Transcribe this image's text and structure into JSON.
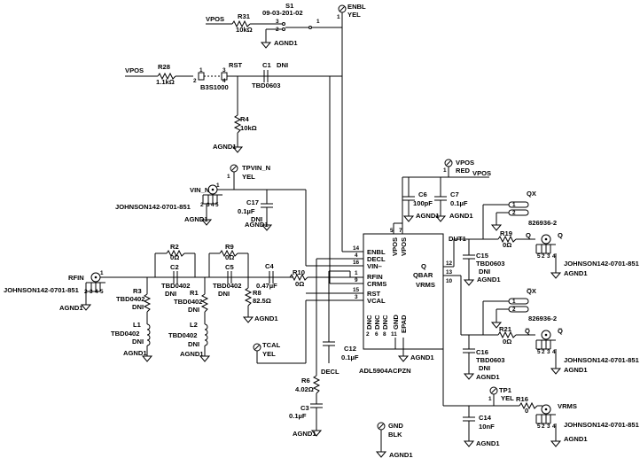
{
  "schematic": {
    "enbl": {
      "ref": "ENBL",
      "color": "YEL",
      "pin": "1"
    },
    "s1": {
      "ref": "S1",
      "part": "09-03-201-02",
      "pins": [
        "1",
        "2",
        "3"
      ]
    },
    "vpos_top": "VPOS",
    "r31": {
      "ref": "R31",
      "value": "10kΩ"
    },
    "agnd": "AGND1",
    "vpos_mid": "VPOS",
    "r28": {
      "ref": "R28",
      "value": "1.1kΩ"
    },
    "rst_sw": {
      "ref": "RST",
      "part": "B3S1000",
      "pins": [
        "1",
        "2",
        "3",
        "4"
      ]
    },
    "c1": {
      "ref": "C1",
      "value": "DNI",
      "pkg": "TBD0603"
    },
    "r4": {
      "ref": "R4",
      "value": "10kΩ"
    },
    "tpvin": {
      "ref": "TPVIN_N",
      "color": "YEL",
      "pin": "1"
    },
    "vin_conn": {
      "ref": "VIN_N",
      "part": "JOHNSON142-0701-851",
      "pins": [
        "1",
        "2",
        "3",
        "4",
        "5"
      ]
    },
    "c17": {
      "ref": "C17",
      "value": "0.1µF",
      "dni": "DNI"
    },
    "rfin_conn": {
      "ref": "RFIN",
      "part": "JOHNSON142-0701-851",
      "pins": [
        "1",
        "2",
        "3",
        "4",
        "5"
      ]
    },
    "r2": {
      "ref": "R2",
      "value": "0Ω"
    },
    "c2": {
      "ref": "C2",
      "value": "TBD0402",
      "dni": "DNI"
    },
    "r9": {
      "ref": "R9",
      "value": "0Ω"
    },
    "c5": {
      "ref": "C5",
      "value": "TBD0402",
      "dni": "DNI"
    },
    "c4": {
      "ref": "C4",
      "value": "0.47µF"
    },
    "r10": {
      "ref": "R10",
      "value": "0Ω"
    },
    "r3": {
      "ref": "R3",
      "value": "TBD0402",
      "dni": "DNI"
    },
    "l1": {
      "ref": "L1",
      "value": "TBD0402",
      "dni": "DNI"
    },
    "r1": {
      "ref": "R1",
      "value": "TBD0402",
      "dni": "DNI"
    },
    "l2": {
      "ref": "L2",
      "value": "TBD0402",
      "dni": "DNI"
    },
    "r8": {
      "ref": "R8",
      "value": "82.5Ω"
    },
    "tcal": {
      "ref": "TCAL",
      "color": "YEL"
    },
    "c12": {
      "ref": "C12",
      "value": "0.1µF"
    },
    "decl": "DECL",
    "r6": {
      "ref": "R6",
      "value": "4.02Ω"
    },
    "c3": {
      "ref": "C3",
      "value": "0.1µF"
    },
    "gnd_tp": {
      "ref": "GND",
      "color": "BLK"
    },
    "vpos_tp": {
      "ref": "VPOS",
      "color": "RED",
      "net": "VPOS",
      "pin": "1"
    },
    "c6": {
      "ref": "C6",
      "value": "100pF"
    },
    "c7": {
      "ref": "C7",
      "value": "0.1µF"
    },
    "dut1": {
      "ref": "DUT1",
      "part": "ADL5904ACPZN",
      "left_pins": [
        {
          "num": "14",
          "name": "ENBL"
        },
        {
          "num": "4",
          "name": "DECL"
        },
        {
          "num": "16",
          "name": "VIN–"
        },
        {
          "num": "1",
          "name": "RFIN"
        },
        {
          "num": "9",
          "name": "CRMS"
        },
        {
          "num": "15",
          "name": "RST"
        },
        {
          "num": "3",
          "name": "VCAL"
        }
      ],
      "right_pins": [
        {
          "num": "12",
          "name": "Q"
        },
        {
          "num": "13",
          "name": "QBAR"
        },
        {
          "num": "10",
          "name": "VRMS"
        }
      ],
      "top_pins": [
        {
          "num": "5",
          "name": "VPOS"
        },
        {
          "num": "7",
          "name": "VPOS"
        }
      ],
      "bottom_pins": [
        {
          "num": "2",
          "name": "DNC"
        },
        {
          "num": "6",
          "name": "DNC"
        },
        {
          "num": "8",
          "name": "DNC"
        },
        {
          "num": "11",
          "name": "GND"
        },
        {
          "num": "",
          "name": "EPAD"
        }
      ]
    },
    "qx": {
      "ref": "QX",
      "part": "826936-2",
      "pins": [
        "1",
        "2"
      ]
    },
    "qbx": {
      "ref": "Q̅X",
      "part": "826936-2",
      "pins": [
        "1",
        "2"
      ]
    },
    "r19": {
      "ref": "R19",
      "value": "0Ω"
    },
    "r21": {
      "ref": "R21",
      "value": "0Ω"
    },
    "c15": {
      "ref": "C15",
      "value": "TBD0603",
      "dni": "DNI"
    },
    "c16": {
      "ref": "C16",
      "value": "TBD0603",
      "dni": "DNI"
    },
    "q_conn": {
      "ref": "Q",
      "part": "JOHNSON142-0701-851",
      "net": "Q"
    },
    "qb_conn": {
      "ref": "Q̅",
      "part": "JOHNSON142-0701-851",
      "net": "Q̅"
    },
    "tp1": {
      "ref": "TP1",
      "color": "YEL",
      "pin": "1"
    },
    "r16": {
      "ref": "R16",
      "value": "0"
    },
    "c14": {
      "ref": "C14",
      "value": "10nF"
    },
    "vrms_conn": {
      "ref": "VRMS",
      "part": "JOHNSON142-0701-851"
    },
    "conn_pins": [
      "1",
      "2",
      "3",
      "4",
      "5"
    ]
  }
}
